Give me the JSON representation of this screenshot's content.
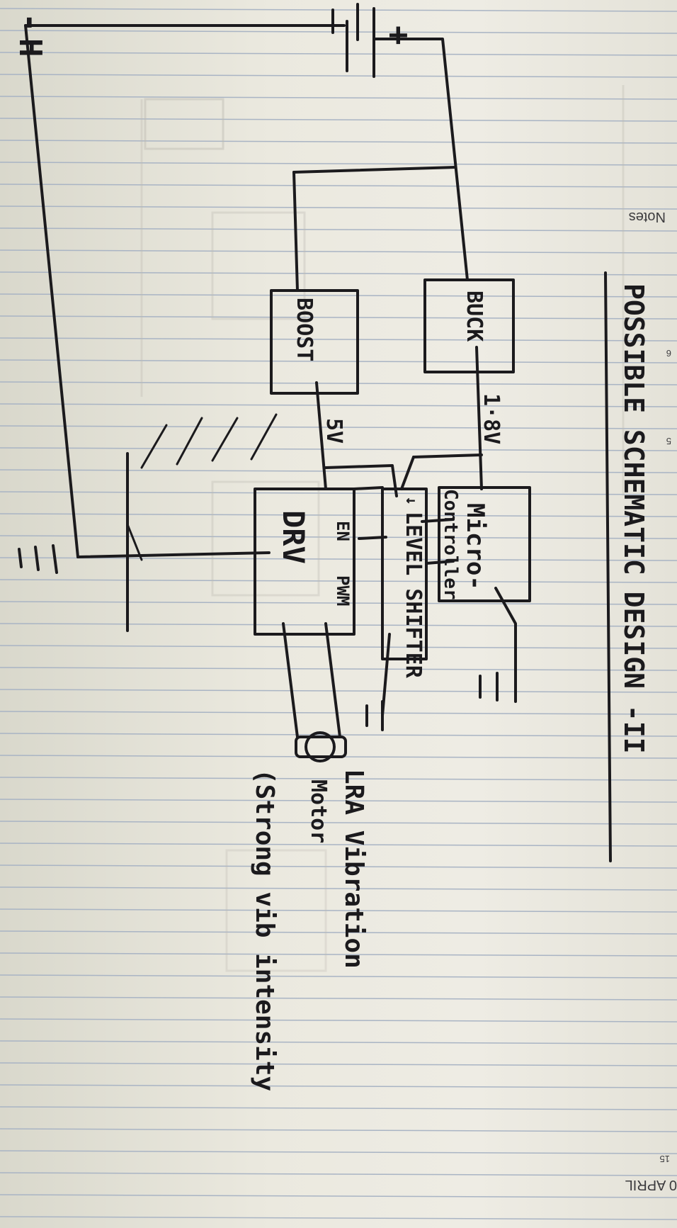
{
  "title": "POSSIBLE SCHEMATIC DESIGN -II",
  "printed": {
    "notes": "Notes",
    "page_a": "6",
    "page_b": "5",
    "page_c": "15",
    "month": "0 APRIL"
  },
  "battery": {
    "plus": "+",
    "minus": "-",
    "mark": "H"
  },
  "blocks": {
    "buck": "BUCK",
    "boost": "BOOST",
    "micro_line1": "Micro-",
    "micro_line2": "Controller",
    "drv": "DRV",
    "level_shifter": "LEVEL SHIFTER",
    "level_mark": "↓"
  },
  "rails": {
    "v18": "1·8V",
    "v5": "5V"
  },
  "pins": {
    "en": "EN",
    "pwm": "PWM"
  },
  "motor": {
    "line1": "LRA Vibration",
    "line2": "Motor",
    "line3": "(Strong vib intensity"
  }
}
